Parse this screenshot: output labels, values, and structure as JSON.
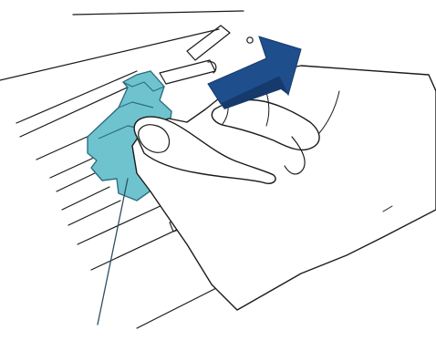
{
  "illustration": {
    "colors": {
      "background": "#ffffff",
      "line": "#1a1a1a",
      "part_fill": "#6fc3cf",
      "part_stroke": "#2c6f7f",
      "arrow_fill": "#1f4e8c",
      "arrow_shade": "#163a6c",
      "callout": "#2f4f63"
    },
    "components": [
      "scanner-body-lines",
      "removable-part",
      "hand-icon",
      "direction-arrow-icon",
      "callout-line"
    ]
  }
}
